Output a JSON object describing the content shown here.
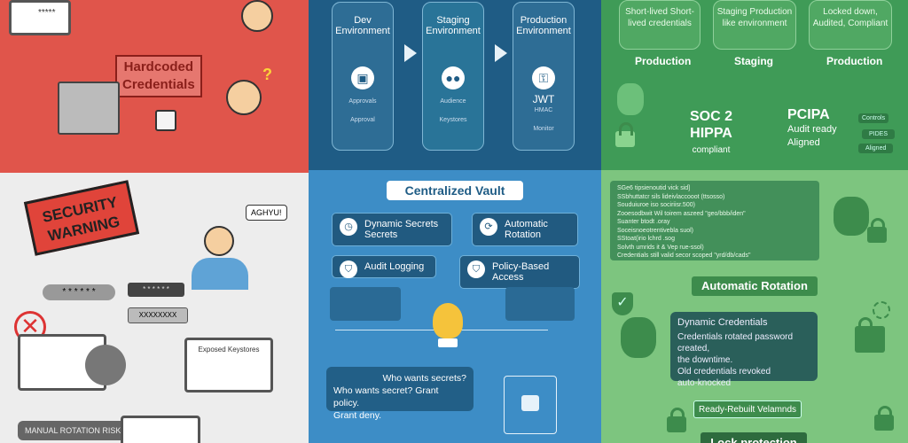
{
  "problem": {
    "hardcoded_label": "Hardcoded",
    "hardcoded_label2": "Credentials",
    "password_mask": "*****",
    "question": "?",
    "warning_line1": "SECURITY",
    "warning_line2": "WARNING",
    "speech": "AGHYU!",
    "masked_bar": "* * * * * *",
    "masked_box": "XXXXXXXX",
    "monitor_title": "Exposed Keystores",
    "bottom_label": "MANUAL ROTATION RISK"
  },
  "environments": [
    {
      "title": "Dev Environment",
      "item1": "Approvals",
      "item2": "Approval"
    },
    {
      "title": "Staging Environment",
      "item1": "Audience",
      "item2": "Keystores"
    },
    {
      "title": "Production Environment",
      "item1": "JWT",
      "item1b": "HMAC",
      "item2": "Monitor"
    }
  ],
  "vault": {
    "title": "Centralized Vault",
    "features": [
      {
        "label": "Dynamic Secrets Secrets",
        "icon": "clock-icon"
      },
      {
        "label": "Automatic Rotation",
        "icon": "refresh-icon"
      },
      {
        "label": "Audit Logging",
        "icon": "shield-icon"
      },
      {
        "label": "Policy-Based Access",
        "icon": "shield-gear-icon"
      }
    ],
    "policy_line1": "Who wants secrets?",
    "policy_line2": "Who wants secret? Grant policy.",
    "policy_line3": "Grant deny."
  },
  "compliance": {
    "boxes": [
      {
        "text": "Short-lived Short-lived credentials",
        "label": "Production"
      },
      {
        "text": "Staging Production like environment",
        "label": "Staging"
      },
      {
        "text": "Locked down, Audited, Compliant",
        "label": "Production"
      }
    ],
    "soc": "SOC 2",
    "hipaa": "HIPPA",
    "compliant": "compliant",
    "pci": "PCIPA",
    "audit_ready": "Audit ready",
    "aligned": "Aligned",
    "tags": [
      "Controls",
      "PIDES",
      "Aligned"
    ]
  },
  "rotation": {
    "log_lines": [
      "SGe6 tipsienoutid vick sid]",
      "SSbhuttatcr sils lideivlaccooot (ttsosso)",
      "Souduiuroe iso sociriisr.500)",
      "Zooesodbwit Wil toirem aszeed \"geo/bbb/iden\"",
      "Suanter btodt .oray",
      "Soceisnoeotrentivebla suol)",
      "SStoat(irio lchrd .sog",
      "Solvth umrids it & Vep rue-ssol)",
      "Credentials still valid secor scoped \"yrd/db/cads\""
    ],
    "title": "Automatic Rotation",
    "card_title": "Dynamic Credentials",
    "card_lines": [
      "Credentials rotated password created,",
      "the downtime.",
      "Old credentials revoked",
      "auto-knocked"
    ],
    "ready_label": "Ready-Rebuilt Velamnds",
    "lock_protection": "Lock protection"
  },
  "colors": {
    "problem": "#e0554b",
    "chaos": "#ededed",
    "env": "#1f5c85",
    "vault": "#3d8dc6",
    "compliance": "#3f9b57",
    "rotation": "#7dc57f"
  }
}
